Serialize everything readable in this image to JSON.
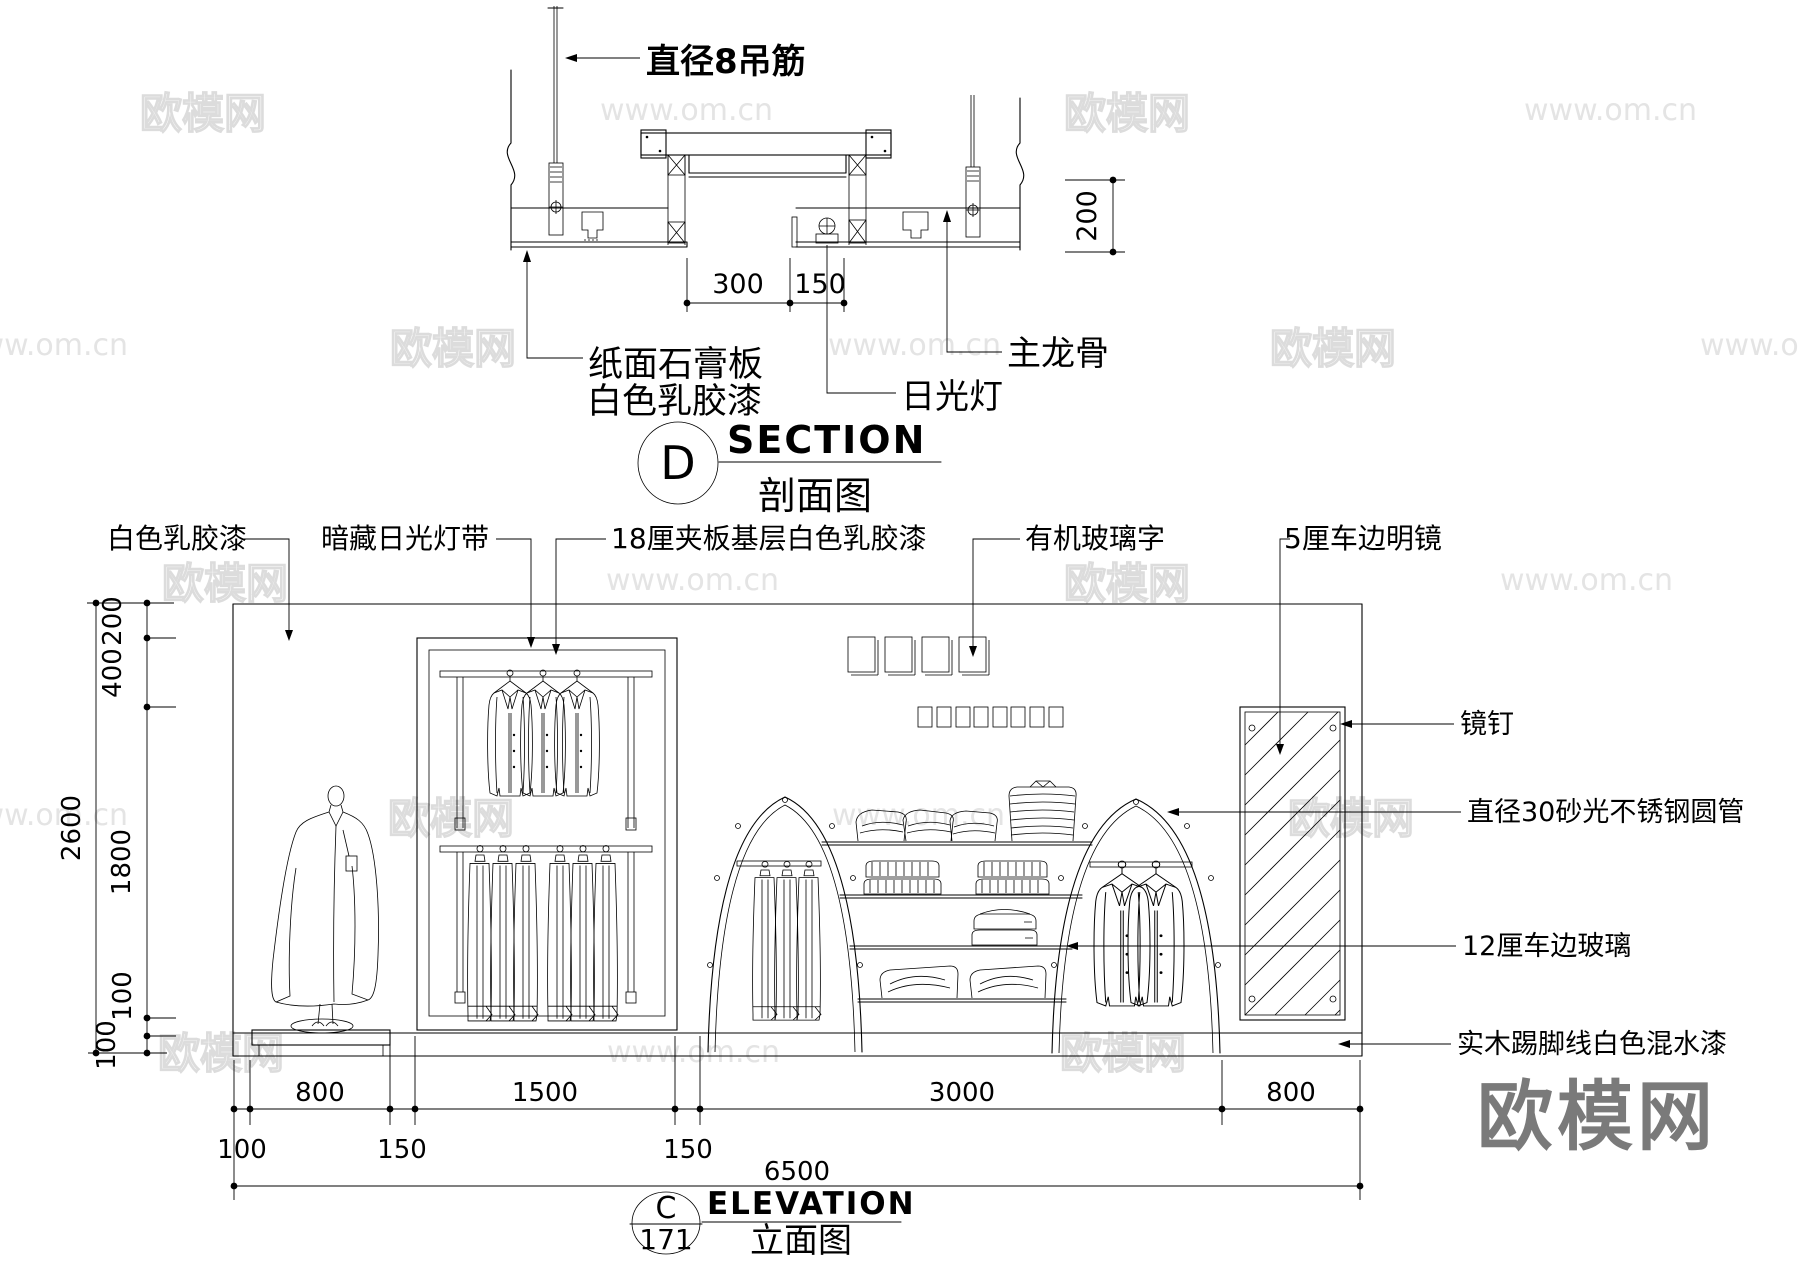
{
  "watermark": {
    "brand": "欧模网",
    "url": "www.om.cn",
    "logo_text": "欧模网",
    "logo_color": "#7a7a7a"
  },
  "section_detail": {
    "title": {
      "bubble_letter": "D",
      "en": "SECTION",
      "zh": "剖面图"
    },
    "callouts": {
      "hanger_rod": "直径8吊筋",
      "gypsum_board_line1": "纸面石膏板",
      "gypsum_board_line2": "白色乳胶漆",
      "fluorescent_lamp": "日光灯",
      "main_keel": "主龙骨"
    },
    "dims": {
      "horizontal": [
        "300",
        "150"
      ],
      "vertical": "200"
    }
  },
  "elevation": {
    "title": {
      "bubble_letter": "C",
      "bubble_number": "171",
      "en": "ELEVATION",
      "zh": "立面图"
    },
    "callouts_top": [
      "白色乳胶漆",
      "暗藏日光灯带",
      "18厘夹板基层白色乳胶漆",
      "有机玻璃字",
      "5厘车边明镜"
    ],
    "callouts_right": [
      "镜钉",
      "直径30砂光不锈钢圆管",
      "12厘车边玻璃",
      "实木踢脚线白色混水漆"
    ],
    "dims_left": {
      "overall": "2600",
      "chain": [
        "200",
        "400",
        "1800",
        "100",
        "100"
      ]
    },
    "dims_bottom": {
      "overall": "6500",
      "row1": [
        "800",
        "1500",
        "3000",
        "800"
      ],
      "row2": [
        "100",
        "150",
        "150"
      ]
    }
  }
}
